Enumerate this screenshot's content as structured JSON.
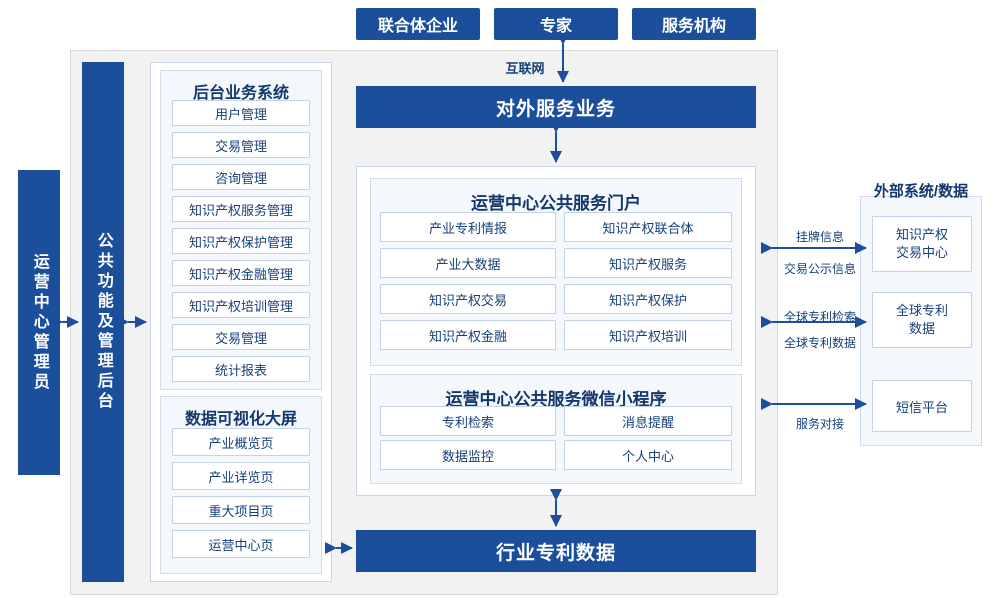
{
  "top_tabs": [
    {
      "label": "联合体企业"
    },
    {
      "label": "专家"
    },
    {
      "label": "服务机构"
    }
  ],
  "internet_label": "互联网",
  "external_service_bar": "对外服务业务",
  "industry_data_bar": "行业专利数据",
  "left_bars": [
    {
      "label": "运营中心管理员"
    },
    {
      "label": "公共功能及管理后台"
    }
  ],
  "backoffice": {
    "title": "后台业务系统",
    "items": [
      "用户管理",
      "交易管理",
      "咨询管理",
      "知识产权服务管理",
      "知识产权保护管理",
      "知识产权金融管理",
      "知识产权培训管理",
      "交易管理",
      "统计报表"
    ]
  },
  "dashboard": {
    "title": "数据可视化大屏",
    "items": [
      "产业概览页",
      "产业详览页",
      "重大项目页",
      "运营中心页"
    ]
  },
  "portal": {
    "title": "运营中心公共服务门户",
    "items": [
      "产业专利情报",
      "知识产权联合体",
      "产业大数据",
      "知识产权服务",
      "知识产权交易",
      "知识产权保护",
      "知识产权金融",
      "知识产权培训"
    ]
  },
  "miniprogram": {
    "title": "运营中心公共服务微信小程序",
    "items": [
      "专利检索",
      "消息提醒",
      "数据监控",
      "个人中心"
    ]
  },
  "external": {
    "title": "外部系统/数据",
    "items": [
      {
        "label": "知识产权\n交易中心"
      },
      {
        "label": "全球专利\n数据"
      },
      {
        "label": "短信平台"
      }
    ],
    "connector_labels": [
      "挂牌信息",
      "交易公示信息",
      "全球专利检索",
      "全球专利数据",
      "服务对接"
    ]
  },
  "colors": {
    "brand": "#1b4f9c",
    "panel_border": "#c9d6e8",
    "frame_bg": "#f2f2f2"
  }
}
